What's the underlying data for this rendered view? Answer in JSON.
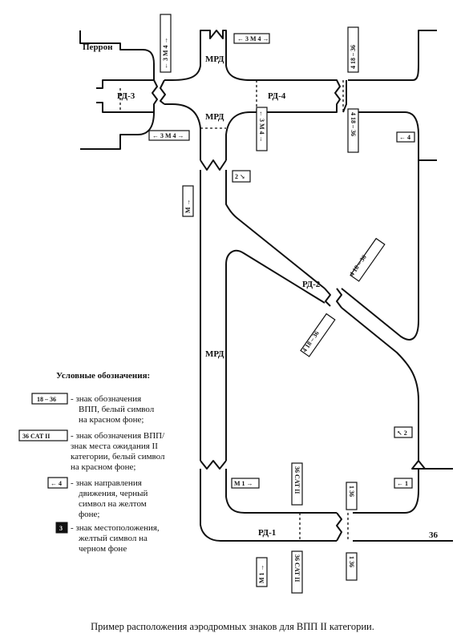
{
  "labels": {
    "perron": "Перрон",
    "rd3": "РД-3",
    "rd4": "РД-4",
    "rd2": "РД-2",
    "rd1": "РД-1",
    "mrd": "МРД",
    "runway_end": "36"
  },
  "signs": {
    "s_18_36": "18 – 36",
    "s_36_cat2": "36 CAT II",
    "s_dir": "← 4",
    "s_loc": "3",
    "s_loc_m": "M",
    "s_mrd_dir": "← 3 M 4 →",
    "s_arrow_4": "← 4",
    "s_arrow_1": "← 1",
    "s_m_up": "M →",
    "s_m1": "M 1 →",
    "s_1_36": "1 36",
    "s_2": "2 ↘",
    "s_2b": "↖ 2",
    "s_4_18_36": "4 18 – 36"
  },
  "legend": {
    "title": "Условные обозначения:",
    "items": [
      {
        "sign": "18 – 36",
        "lines": [
          "- знак обозначения",
          "ВПП, белый символ",
          "на красном фоне;"
        ]
      },
      {
        "sign": "36 CAT II",
        "lines": [
          "- знак обозначения ВПП/",
          "знак места ожидания II",
          "категории, белый символ",
          "на красном фоне;"
        ]
      },
      {
        "sign": "← 4",
        "lines": [
          "- знак направления",
          "движения, черный",
          "символ на желтом",
          "фоне;"
        ]
      },
      {
        "sign": "3",
        "lines": [
          "- знак местоположения,",
          "желтый символ на",
          "черном фоне"
        ]
      }
    ]
  },
  "caption": "Пример расположения аэродромных знаков для ВПП II категории."
}
